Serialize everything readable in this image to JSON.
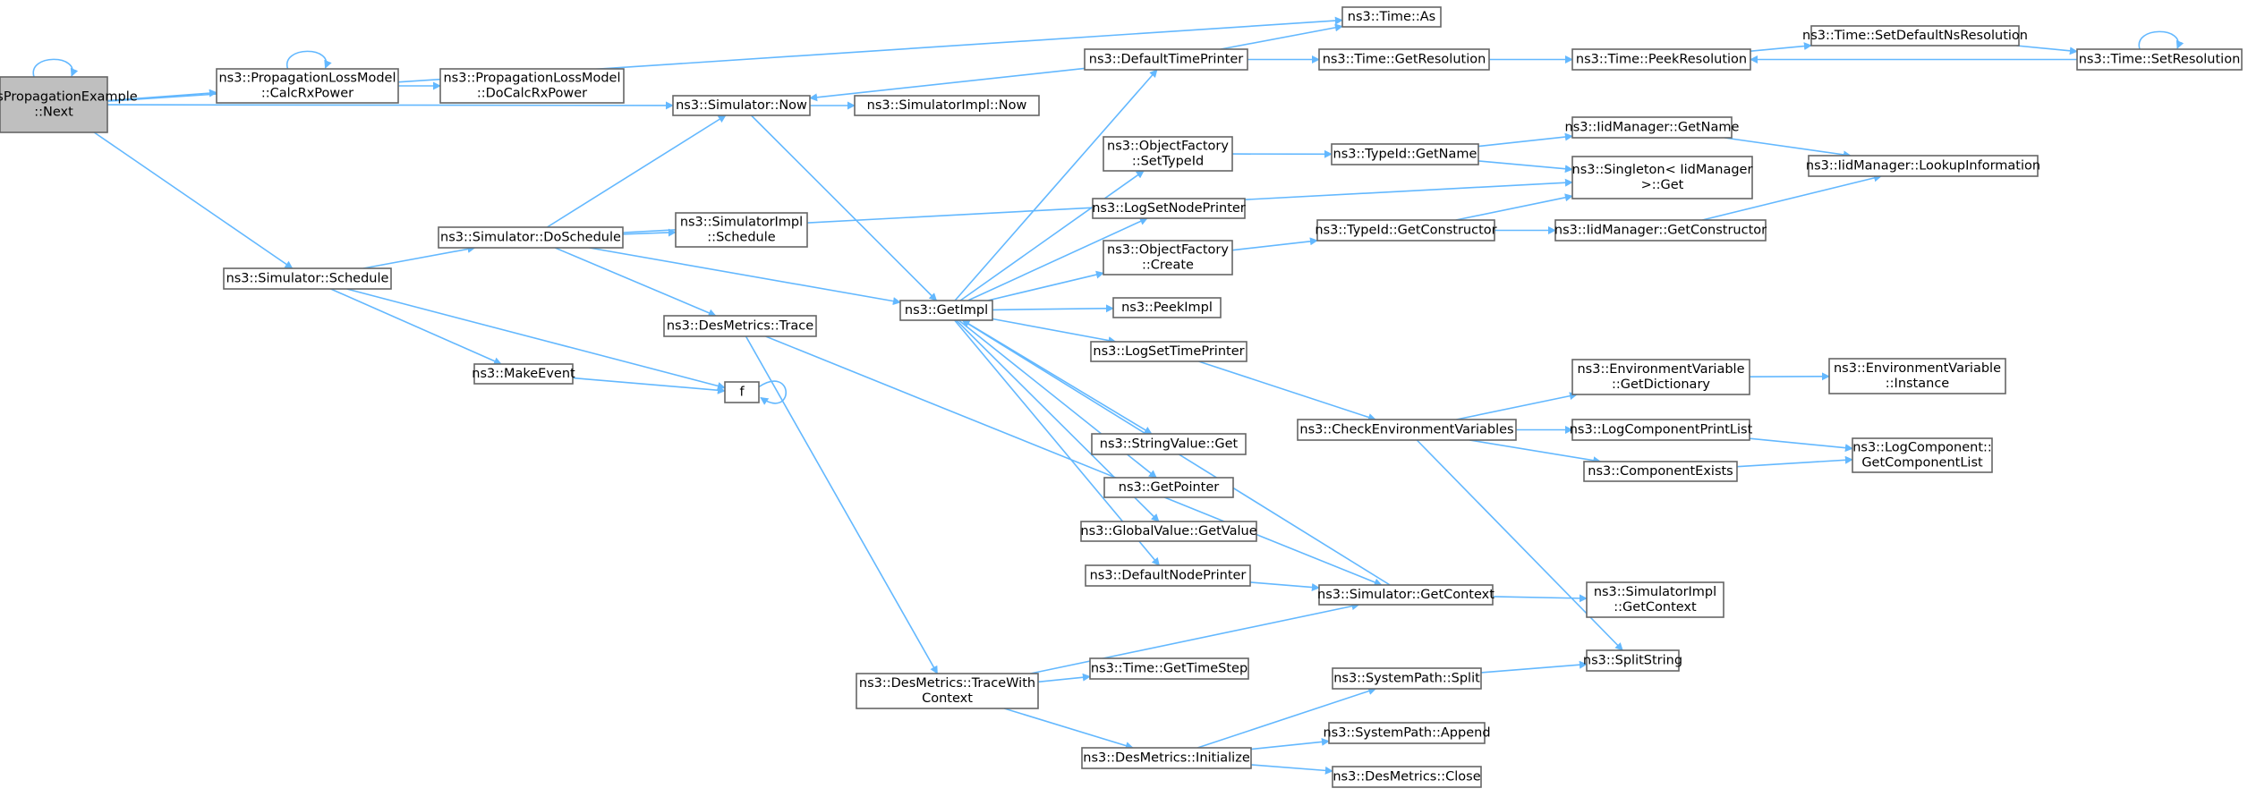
{
  "graph": {
    "edge_color": "#63b8ff",
    "node_border_color": "#666666",
    "root_fill": "#bfbfbf",
    "nodes": [
      {
        "id": "n0",
        "lines": [
          "JakesPropagationExample",
          "::Next"
        ],
        "root": true
      },
      {
        "id": "n1",
        "lines": [
          "ns3::Time::As"
        ]
      },
      {
        "id": "n2",
        "lines": [
          "ns3::PropagationLossModel",
          "::CalcRxPower"
        ]
      },
      {
        "id": "n3",
        "lines": [
          "ns3::PropagationLossModel",
          "::DoCalcRxPower"
        ]
      },
      {
        "id": "n4",
        "lines": [
          "ns3::Simulator::Now"
        ]
      },
      {
        "id": "n5",
        "lines": [
          "ns3::SimulatorImpl::Now"
        ]
      },
      {
        "id": "n6",
        "lines": [
          "ns3::GetImpl"
        ]
      },
      {
        "id": "n7",
        "lines": [
          "ns3::Simulator::Schedule"
        ]
      },
      {
        "id": "n8",
        "lines": [
          "ns3::Simulator::DoSchedule"
        ]
      },
      {
        "id": "n9",
        "lines": [
          "ns3::SimulatorImpl",
          "::Schedule"
        ]
      },
      {
        "id": "n10",
        "lines": [
          "ns3::DesMetrics::Trace"
        ]
      },
      {
        "id": "n11",
        "lines": [
          "ns3::MakeEvent"
        ]
      },
      {
        "id": "n12",
        "lines": [
          "f"
        ]
      },
      {
        "id": "n13",
        "lines": [
          "ns3::DefaultTimePrinter"
        ]
      },
      {
        "id": "n14",
        "lines": [
          "ns3::Time::GetResolution"
        ]
      },
      {
        "id": "n15",
        "lines": [
          "ns3::Time::PeekResolution"
        ]
      },
      {
        "id": "n16",
        "lines": [
          "ns3::Time::SetDefaultNsResolution"
        ]
      },
      {
        "id": "n17",
        "lines": [
          "ns3::Time::SetResolution"
        ]
      },
      {
        "id": "n18",
        "lines": [
          "ns3::ObjectFactory",
          "::SetTypeId"
        ]
      },
      {
        "id": "n19",
        "lines": [
          "ns3::TypeId::GetName"
        ]
      },
      {
        "id": "n20",
        "lines": [
          "ns3::IidManager::GetName"
        ]
      },
      {
        "id": "n21",
        "lines": [
          "ns3::Singleton< IidManager",
          " >::Get"
        ]
      },
      {
        "id": "n22",
        "lines": [
          "ns3::IidManager::LookupInformation"
        ]
      },
      {
        "id": "n23",
        "lines": [
          "ns3::LogSetNodePrinter"
        ]
      },
      {
        "id": "n24",
        "lines": [
          "ns3::ObjectFactory",
          "::Create"
        ]
      },
      {
        "id": "n25",
        "lines": [
          "ns3::TypeId::GetConstructor"
        ]
      },
      {
        "id": "n26",
        "lines": [
          "ns3::IidManager::GetConstructor"
        ]
      },
      {
        "id": "n27",
        "lines": [
          "ns3::PeekImpl"
        ]
      },
      {
        "id": "n28",
        "lines": [
          "ns3::LogSetTimePrinter"
        ]
      },
      {
        "id": "n29",
        "lines": [
          "ns3::CheckEnvironmentVariables"
        ]
      },
      {
        "id": "n30",
        "lines": [
          "ns3::EnvironmentVariable",
          "::GetDictionary"
        ]
      },
      {
        "id": "n31",
        "lines": [
          "ns3::EnvironmentVariable",
          "::Instance"
        ]
      },
      {
        "id": "n32",
        "lines": [
          "ns3::LogComponentPrintList"
        ]
      },
      {
        "id": "n33",
        "lines": [
          "ns3::LogComponent::",
          "GetComponentList"
        ]
      },
      {
        "id": "n34",
        "lines": [
          "ns3::ComponentExists"
        ]
      },
      {
        "id": "n35",
        "lines": [
          "ns3::StringValue::Get"
        ]
      },
      {
        "id": "n36",
        "lines": [
          "ns3::GetPointer"
        ]
      },
      {
        "id": "n37",
        "lines": [
          "ns3::GlobalValue::GetValue"
        ]
      },
      {
        "id": "n38",
        "lines": [
          "ns3::DefaultNodePrinter"
        ]
      },
      {
        "id": "n39",
        "lines": [
          "ns3::Simulator::GetContext"
        ]
      },
      {
        "id": "n40",
        "lines": [
          "ns3::SimulatorImpl",
          "::GetContext"
        ]
      },
      {
        "id": "n41",
        "lines": [
          "ns3::SplitString"
        ]
      },
      {
        "id": "n42",
        "lines": [
          "ns3::DesMetrics::TraceWith",
          "Context"
        ]
      },
      {
        "id": "n43",
        "lines": [
          "ns3::Time::GetTimeStep"
        ]
      },
      {
        "id": "n44",
        "lines": [
          "ns3::SystemPath::Split"
        ]
      },
      {
        "id": "n45",
        "lines": [
          "ns3::DesMetrics::Initialize"
        ]
      },
      {
        "id": "n46",
        "lines": [
          "ns3::SystemPath::Append"
        ]
      },
      {
        "id": "n47",
        "lines": [
          "ns3::DesMetrics::Close"
        ]
      }
    ],
    "edges": [
      [
        "n0",
        "n0"
      ],
      [
        "n0",
        "n1"
      ],
      [
        "n0",
        "n2"
      ],
      [
        "n0",
        "n4"
      ],
      [
        "n0",
        "n7"
      ],
      [
        "n2",
        "n2"
      ],
      [
        "n2",
        "n3"
      ],
      [
        "n4",
        "n5"
      ],
      [
        "n4",
        "n6"
      ],
      [
        "n7",
        "n8"
      ],
      [
        "n7",
        "n11"
      ],
      [
        "n7",
        "n12"
      ],
      [
        "n8",
        "n4"
      ],
      [
        "n8",
        "n21"
      ],
      [
        "n8",
        "n9"
      ],
      [
        "n8",
        "n6"
      ],
      [
        "n8",
        "n10"
      ],
      [
        "n10",
        "n39"
      ],
      [
        "n10",
        "n42"
      ],
      [
        "n11",
        "n12"
      ],
      [
        "n12",
        "n12"
      ],
      [
        "n6",
        "n13"
      ],
      [
        "n6",
        "n18"
      ],
      [
        "n6",
        "n23"
      ],
      [
        "n6",
        "n24"
      ],
      [
        "n6",
        "n27"
      ],
      [
        "n6",
        "n28"
      ],
      [
        "n6",
        "n35"
      ],
      [
        "n6",
        "n36"
      ],
      [
        "n6",
        "n37"
      ],
      [
        "n6",
        "n38"
      ],
      [
        "n13",
        "n4"
      ],
      [
        "n13",
        "n1"
      ],
      [
        "n13",
        "n14"
      ],
      [
        "n14",
        "n15"
      ],
      [
        "n15",
        "n16"
      ],
      [
        "n16",
        "n17"
      ],
      [
        "n17",
        "n15"
      ],
      [
        "n17",
        "n17"
      ],
      [
        "n18",
        "n19"
      ],
      [
        "n19",
        "n20"
      ],
      [
        "n19",
        "n21"
      ],
      [
        "n20",
        "n22"
      ],
      [
        "n24",
        "n25"
      ],
      [
        "n25",
        "n21"
      ],
      [
        "n25",
        "n26"
      ],
      [
        "n26",
        "n22"
      ],
      [
        "n28",
        "n29"
      ],
      [
        "n29",
        "n30"
      ],
      [
        "n29",
        "n32"
      ],
      [
        "n29",
        "n34"
      ],
      [
        "n29",
        "n41"
      ],
      [
        "n30",
        "n31"
      ],
      [
        "n32",
        "n33"
      ],
      [
        "n34",
        "n33"
      ],
      [
        "n38",
        "n39"
      ],
      [
        "n39",
        "n6"
      ],
      [
        "n39",
        "n40"
      ],
      [
        "n42",
        "n43"
      ],
      [
        "n42",
        "n39"
      ],
      [
        "n42",
        "n45"
      ],
      [
        "n45",
        "n44"
      ],
      [
        "n45",
        "n46"
      ],
      [
        "n45",
        "n47"
      ],
      [
        "n44",
        "n41"
      ]
    ]
  }
}
